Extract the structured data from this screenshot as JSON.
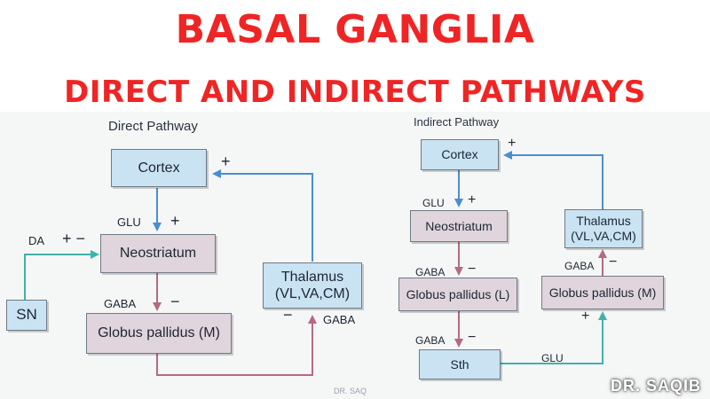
{
  "titles": {
    "main": "BASAL GANGLIA",
    "sub": "DIRECT AND INDIRECT PATHWAYS"
  },
  "direct": {
    "caption": "Direct Pathway",
    "cortex": "Cortex",
    "neostriatum": "Neostriatum",
    "globus_pallidus": "Globus pallidus (M)",
    "thalamus_line1": "Thalamus",
    "thalamus_line2": "(VL,VA,CM)",
    "sn": "SN",
    "labels": {
      "glu": "GLU",
      "glu_sign": "+",
      "cortex_sign": "+",
      "da": "DA",
      "da_signs": "+ −",
      "gaba1": "GABA",
      "gaba1_sign": "−",
      "gaba2": "GABA",
      "gaba2_sign": "−"
    }
  },
  "indirect": {
    "caption": "Indirect Pathway",
    "cortex": "Cortex",
    "neostriatum": "Neostriatum",
    "globus_pallidus_l": "Globus pallidus (L)",
    "sth": "Sth",
    "globus_pallidus_m": "Globus pallidus (M)",
    "thalamus_line1": "Thalamus",
    "thalamus_line2": "(VL,VA,CM)",
    "labels": {
      "cortex_sign": "+",
      "glu1": "GLU",
      "glu1_sign": "+",
      "gaba1": "GABA",
      "gaba1_sign": "−",
      "gaba2": "GABA",
      "gaba2_sign": "−",
      "gaba3": "GABA",
      "gaba3_sign": "−",
      "glu2": "GLU",
      "glu2_sign": "+"
    }
  },
  "watermark": "DR. SAQIB",
  "watermark_small": "DR. SAQ",
  "colors": {
    "title": "#ef2525",
    "excitatory_arrow": "#4a8fd0",
    "da_arrow": "#3fb3a8",
    "inhibitory_arrow": "#b46a80",
    "box_blue": "#c9e3f3",
    "box_mauve": "#e0d5dc"
  }
}
